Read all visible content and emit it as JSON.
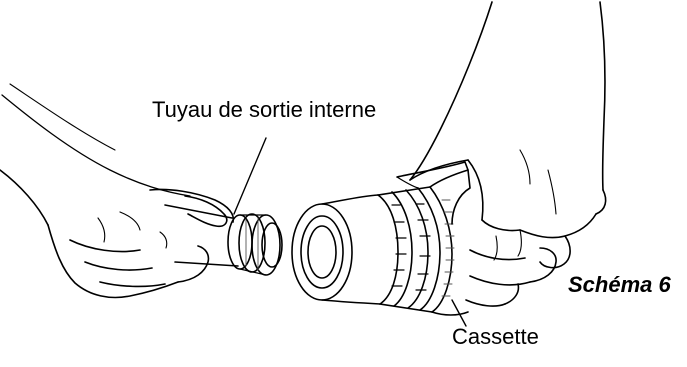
{
  "labels": {
    "hose": "Tuyau de sortie interne",
    "cassette": "Cassette"
  },
  "caption": "Schéma 6",
  "colors": {
    "line": "#000000",
    "background": "#ffffff",
    "shade": "#555555"
  }
}
